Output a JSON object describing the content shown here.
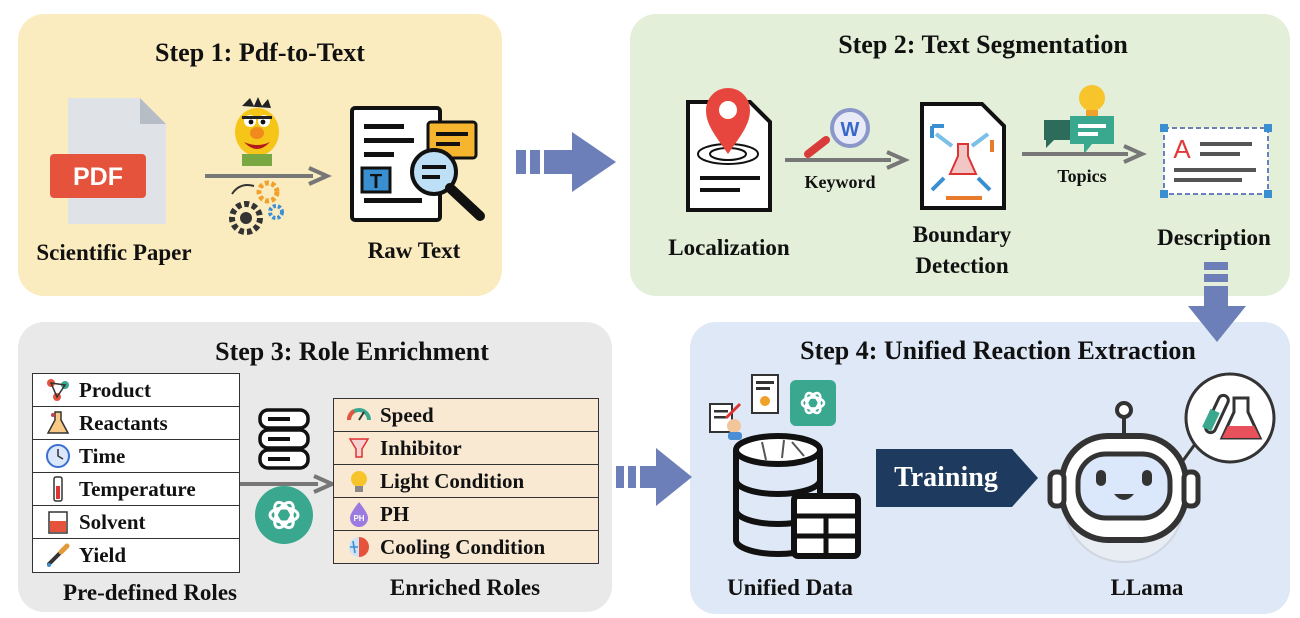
{
  "step1": {
    "title": "Step 1: Pdf-to-Text",
    "pdf_badge": "PDF",
    "scientific_paper": "Scientific Paper",
    "raw_text": "Raw Text",
    "doc_letter": "T"
  },
  "step2": {
    "title": "Step 2: Text Segmentation",
    "localization": "Localization",
    "keyword": "Keyword",
    "boundary": "Boundary",
    "detection": "Detection",
    "topics": "Topics",
    "description": "Description",
    "w_letter": "W",
    "a_letter": "A"
  },
  "step3": {
    "title": "Step 3: Role Enrichment",
    "predefined_roles": [
      "Product",
      "Reactants",
      "Time",
      "Temperature",
      "Solvent",
      "Yield"
    ],
    "predefined_label": "Pre-defined Roles",
    "enriched_roles": [
      "Speed",
      "Inhibitor",
      "Light Condition",
      "PH",
      "Cooling Condition"
    ],
    "enriched_label": "Enriched Roles",
    "ph_badge": "PH"
  },
  "step4": {
    "title": "Step 4: Unified Reaction Extraction",
    "training": "Training",
    "unified_data": "Unified Data",
    "llama": "LLama"
  },
  "colors": {
    "step1_bg": "#fbecc0",
    "step2_bg": "#e3efd8",
    "step3_bg": "#e9e9e9",
    "step4_bg": "#dfe8f6",
    "arrow_blue": "#6d7fb8",
    "training_navy": "#1f3a5f",
    "pdf_red": "#e5533d"
  }
}
